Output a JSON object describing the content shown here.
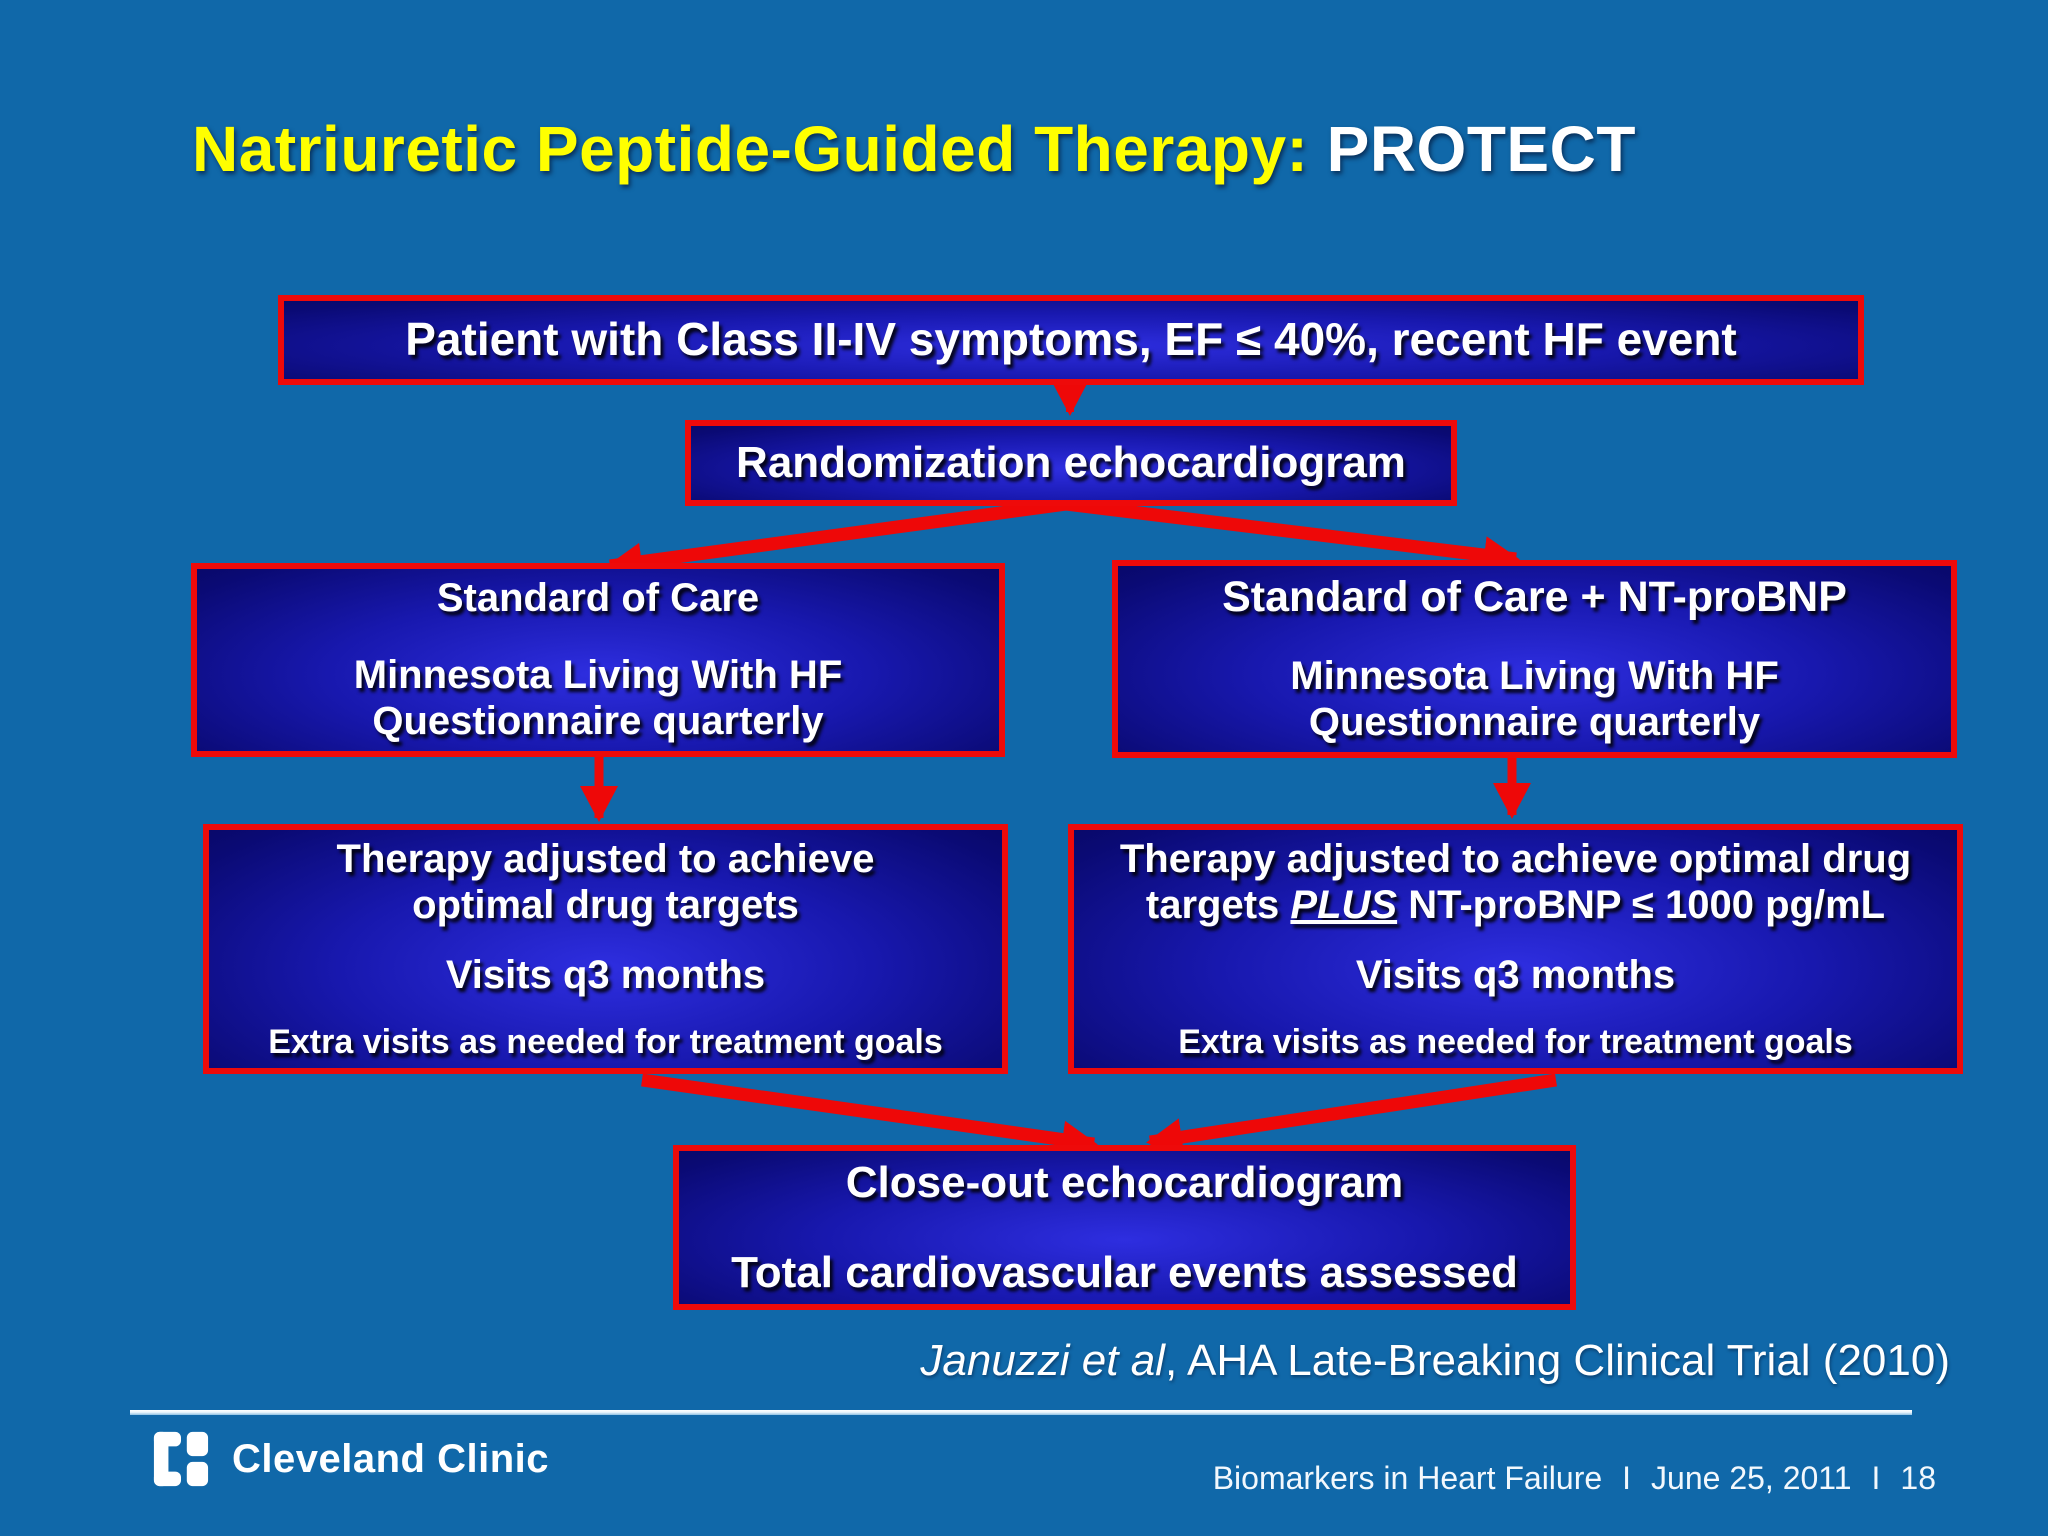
{
  "colors": {
    "background": "#1068a9",
    "box_border": "#ee0a0a",
    "box_fill_center": "#2e2ee0",
    "box_fill_edge": "#070760",
    "arrow": "#ee0808",
    "title_accent": "#ffff00",
    "text": "#ffffff"
  },
  "title": {
    "lead": "Natriuretic Peptide-Guided Therapy:",
    "emphasis": "PROTECT"
  },
  "flowchart": {
    "patient": {
      "text": "Patient with Class II-IV symptoms, EF ≤ 40%, recent HF event"
    },
    "randomization": {
      "text": "Randomization echocardiogram"
    },
    "standard_care": {
      "title": "Standard of Care",
      "body_lines": [
        "Minnesota Living With HF",
        "Questionnaire quarterly"
      ]
    },
    "standard_care_ntprobnp": {
      "title": "Standard of Care + NT-proBNP",
      "body_lines": [
        "Minnesota Living With HF",
        "Questionnaire quarterly"
      ]
    },
    "therapy_left": {
      "title_lines": [
        "Therapy adjusted to achieve",
        "optimal drug targets"
      ],
      "visits": "Visits q3 months",
      "extra": "Extra visits as needed for treatment goals"
    },
    "therapy_right": {
      "title_line1": "Therapy adjusted to achieve optimal drug",
      "title_line2": {
        "before": "targets ",
        "plus": "PLUS",
        "after": " NT-proBNP ≤ 1000 pg/mL"
      },
      "visits": "Visits q3 months",
      "extra": "Extra visits as needed for treatment goals"
    },
    "closeout": {
      "line1": "Close-out echocardiogram",
      "line2": "Total cardiovascular events assessed"
    }
  },
  "citation": {
    "authors": "Januzzi et al",
    "rest": ", AHA Late-Breaking Clinical Trial (2010)"
  },
  "footer": {
    "logo_text": "Cleveland Clinic",
    "course": "Biomarkers in Heart Failure",
    "separator": "I",
    "date": "June 25, 2011",
    "page": "18"
  }
}
